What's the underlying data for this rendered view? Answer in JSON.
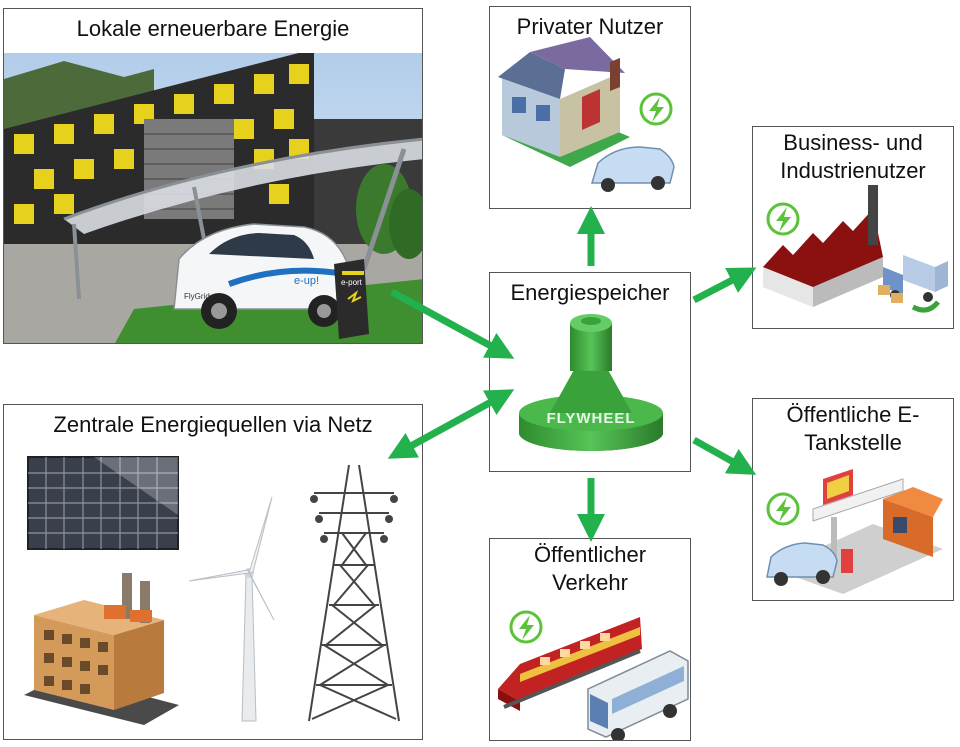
{
  "nodes": {
    "local_renewable": {
      "title": "Lokale erneuerbare Energie",
      "car_label": "e-up!",
      "brand_label": "FlyGrid",
      "station_label": "e-port"
    },
    "central_grid": {
      "title": "Zentrale Energiequellen via Netz"
    },
    "storage": {
      "title": "Energiespeicher",
      "device_label": "FLYWHEEL"
    },
    "private_user": {
      "title": "Privater Nutzer"
    },
    "business_user": {
      "title": "Business- und\nIndustrienutzer"
    },
    "public_station": {
      "title": "Öffentliche E-\nTankstelle"
    },
    "public_transport": {
      "title": "Öffentlicher\nVerkehr"
    }
  },
  "colors": {
    "arrow": "#22b14c",
    "flywheel": "#3fae3f",
    "lightning": "#5cc23a",
    "border": "#555555"
  },
  "icons": [
    "lightning-icon",
    "house-icon",
    "car-icon",
    "factory-icon",
    "truck-icon",
    "gas-station-icon",
    "train-icon",
    "bus-icon",
    "solar-panel-icon",
    "wind-turbine-icon",
    "power-pylon-icon",
    "power-plant-icon"
  ]
}
